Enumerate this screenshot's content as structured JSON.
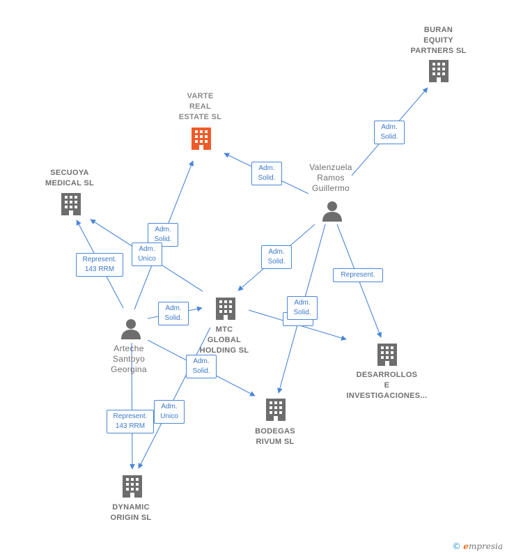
{
  "nodes": {
    "varte": {
      "label": "VARTE\nREAL\nESTATE  SL",
      "kind": "company",
      "color": "#f05a28"
    },
    "buran": {
      "label": "BURAN\nEQUITY\nPARTNERS  SL",
      "kind": "company",
      "color": "#6d6d6d"
    },
    "secuoya": {
      "label": "SECUOYA\nMEDICAL  SL",
      "kind": "company",
      "color": "#6d6d6d"
    },
    "valenzuela": {
      "label": "Valenzuela\nRamos\nGuillermo",
      "kind": "person",
      "color": "#6d6d6d"
    },
    "mtc": {
      "label": "MTC\nGLOBAL\nHOLDING  SL",
      "kind": "company",
      "color": "#6d6d6d"
    },
    "arteche": {
      "label": "Arteche\nSantoyo\nGeorgina",
      "kind": "person",
      "color": "#6d6d6d"
    },
    "desarrollos": {
      "label": "DESARROLLOS\nE\nINVESTIGACIONES...",
      "kind": "company",
      "color": "#6d6d6d"
    },
    "bodegas": {
      "label": "BODEGAS\nRIVUM  SL",
      "kind": "company",
      "color": "#6d6d6d"
    },
    "dynamic": {
      "label": "DYNAMIC\nORIGIN  SL",
      "kind": "company",
      "color": "#6d6d6d"
    }
  },
  "edge_labels": {
    "buran": "Adm.\nSolid.",
    "varte_v": "Adm.\nSolid.",
    "varte_a": "Adm.\nSolid.",
    "secuoya_unico": "Adm.\nUnico",
    "secuoya_rep": "Represent.\n143 RRM",
    "mtc_v": "Adm.\nSolid.",
    "mtc_a": "Adm.\nSolid.",
    "desarrollos_rep": "Represent.",
    "desarrollos_solid": "Adm.\nSolid.",
    "bodegas_a": "Adm.\nSolid.",
    "dynamic_rep": "Represent.\n143 RRM",
    "dynamic_unico": "Adm.\nUnico"
  },
  "colors": {
    "edge": "#4a86d8",
    "highlight": "#f05a28",
    "icon": "#6d6d6d"
  },
  "footer": {
    "copyright": "©",
    "brand_e": "e",
    "brand_rest": "mpresia"
  }
}
